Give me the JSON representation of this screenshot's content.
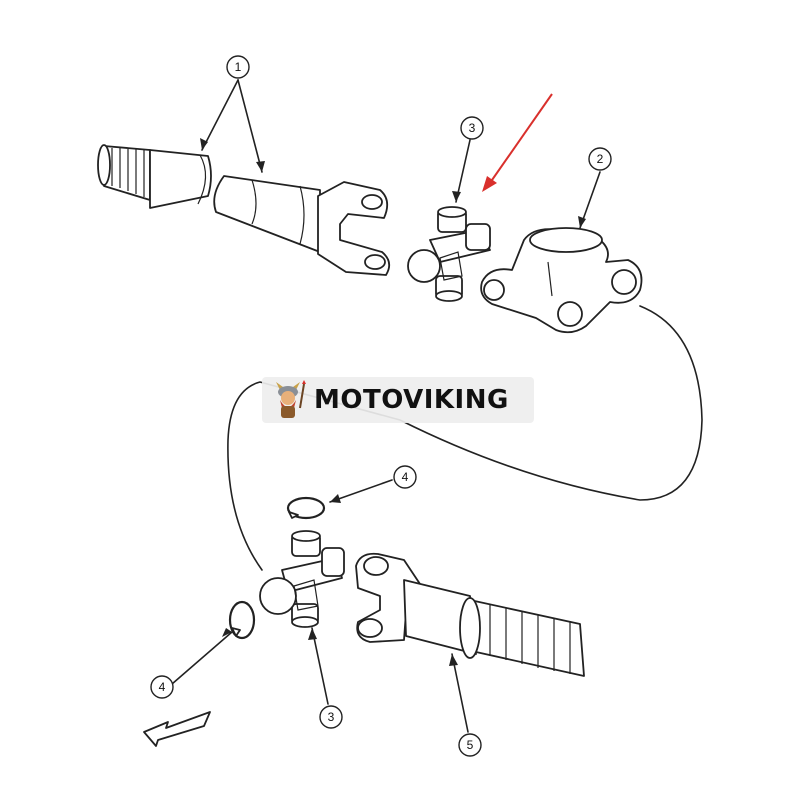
{
  "diagram": {
    "callouts": [
      {
        "id": "c1",
        "label": "1"
      },
      {
        "id": "c3a",
        "label": "3"
      },
      {
        "id": "c2",
        "label": "2"
      },
      {
        "id": "c4a",
        "label": "4"
      },
      {
        "id": "c4b",
        "label": "4"
      },
      {
        "id": "c3b",
        "label": "3"
      },
      {
        "id": "c5",
        "label": "5"
      }
    ],
    "highlight_color": "#d9302c",
    "line_color": "#222222"
  },
  "watermark": {
    "text": "MOTOVIKING",
    "logo_icon": "viking-mascot-icon"
  }
}
